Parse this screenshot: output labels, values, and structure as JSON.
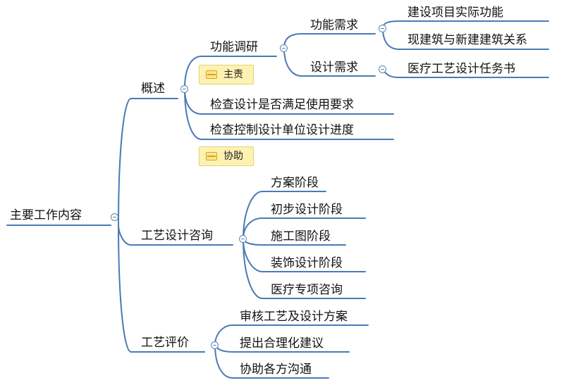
{
  "colors": {
    "line": "#4a7ab5",
    "tag_fill": "#fdf2b2",
    "tag_border": "#e3d27a",
    "tag_icon": "#d9a21b"
  },
  "root": {
    "label": "主要工作内容"
  },
  "overview": {
    "label": "概述",
    "research": {
      "label": "功能调研",
      "function_req": {
        "label": "功能需求",
        "children": [
          "建设项目实际功能",
          "现建筑与新建建筑关系"
        ]
      },
      "design_req": {
        "label": "设计需求",
        "children": [
          "医疗工艺设计任务书"
        ]
      }
    },
    "tag_main": "主责",
    "check_usage": "检查设计是否满足使用要求",
    "check_progress": "检查控制设计单位设计进度",
    "tag_assist": "协助"
  },
  "consulting": {
    "label": "工艺设计咨询",
    "children": [
      "方案阶段",
      "初步设计阶段",
      "施工图阶段",
      "装饰设计阶段",
      "医疗专项咨询"
    ]
  },
  "evaluation": {
    "label": "工艺评价",
    "children": [
      "审核工艺及设计方案",
      "提出合理化建议",
      "协助各方沟通"
    ]
  }
}
